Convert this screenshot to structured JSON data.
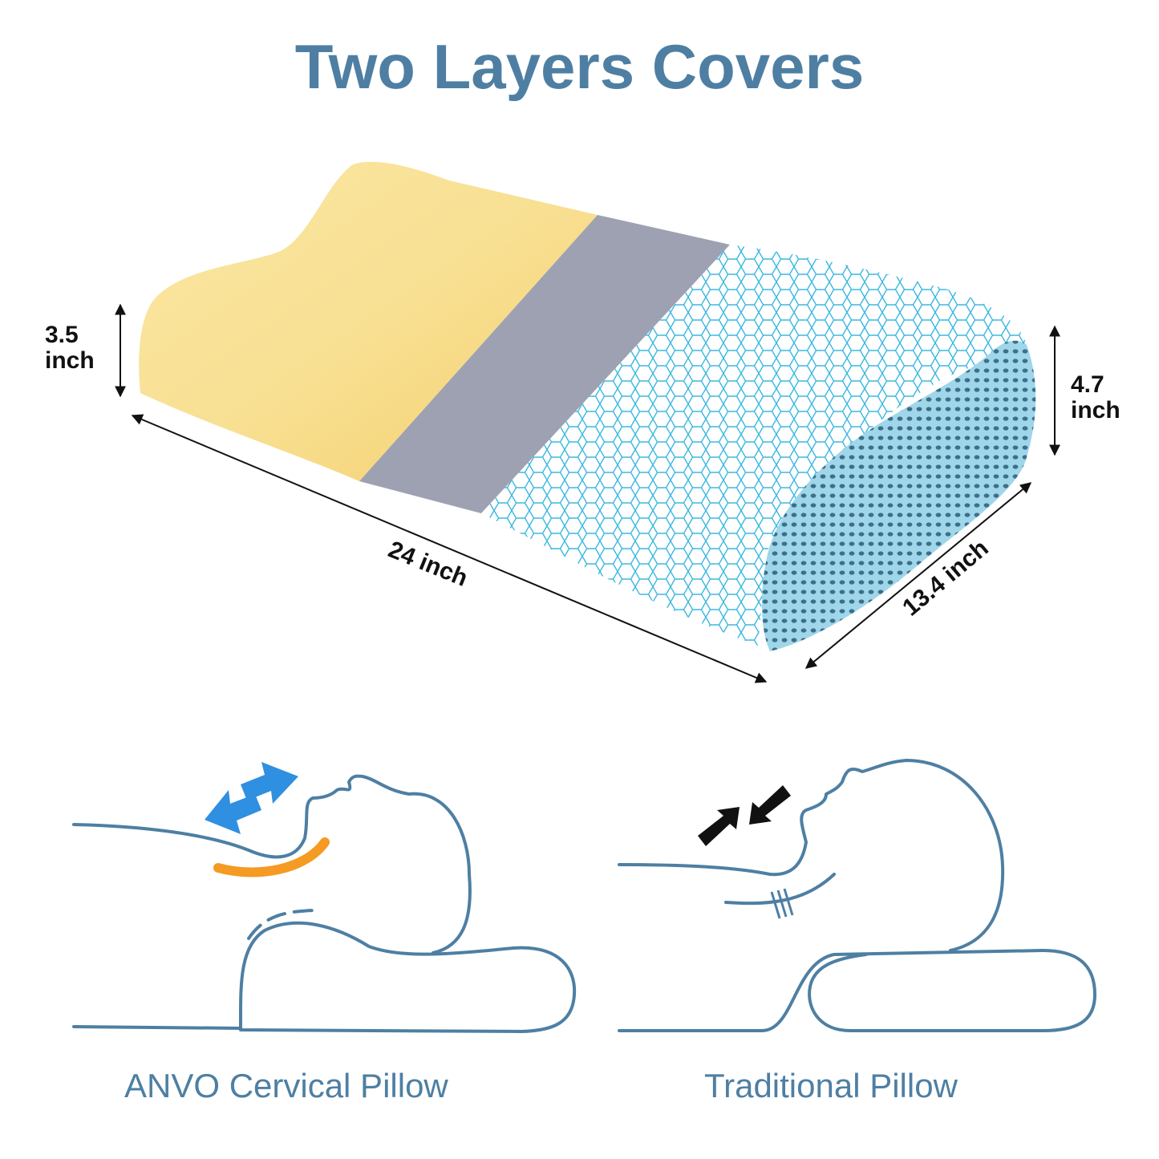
{
  "title": "Two Layers Covers",
  "dimensions": {
    "left_height": {
      "value": "3.5",
      "unit": "inch"
    },
    "right_height": {
      "value": "4.7",
      "unit": "inch"
    },
    "length": "24 inch",
    "width": "13.4 inch"
  },
  "captions": {
    "left": "ANVO Cervical Pillow",
    "right": "Traditional Pillow"
  },
  "colors": {
    "title": "#4e7fa3",
    "outline": "#4e7fa3",
    "yellow_cover": "#f7d97a",
    "gray_band": "#9ea1b2",
    "mesh_blue": "#3cb8e0",
    "good_arrow": "#2f8fe0",
    "bad_arrow": "#111111",
    "spine_highlight": "#f59a23"
  },
  "icons": [
    "double-arrow-icon",
    "compress-arrows-icon",
    "strain-lines-icon"
  ]
}
